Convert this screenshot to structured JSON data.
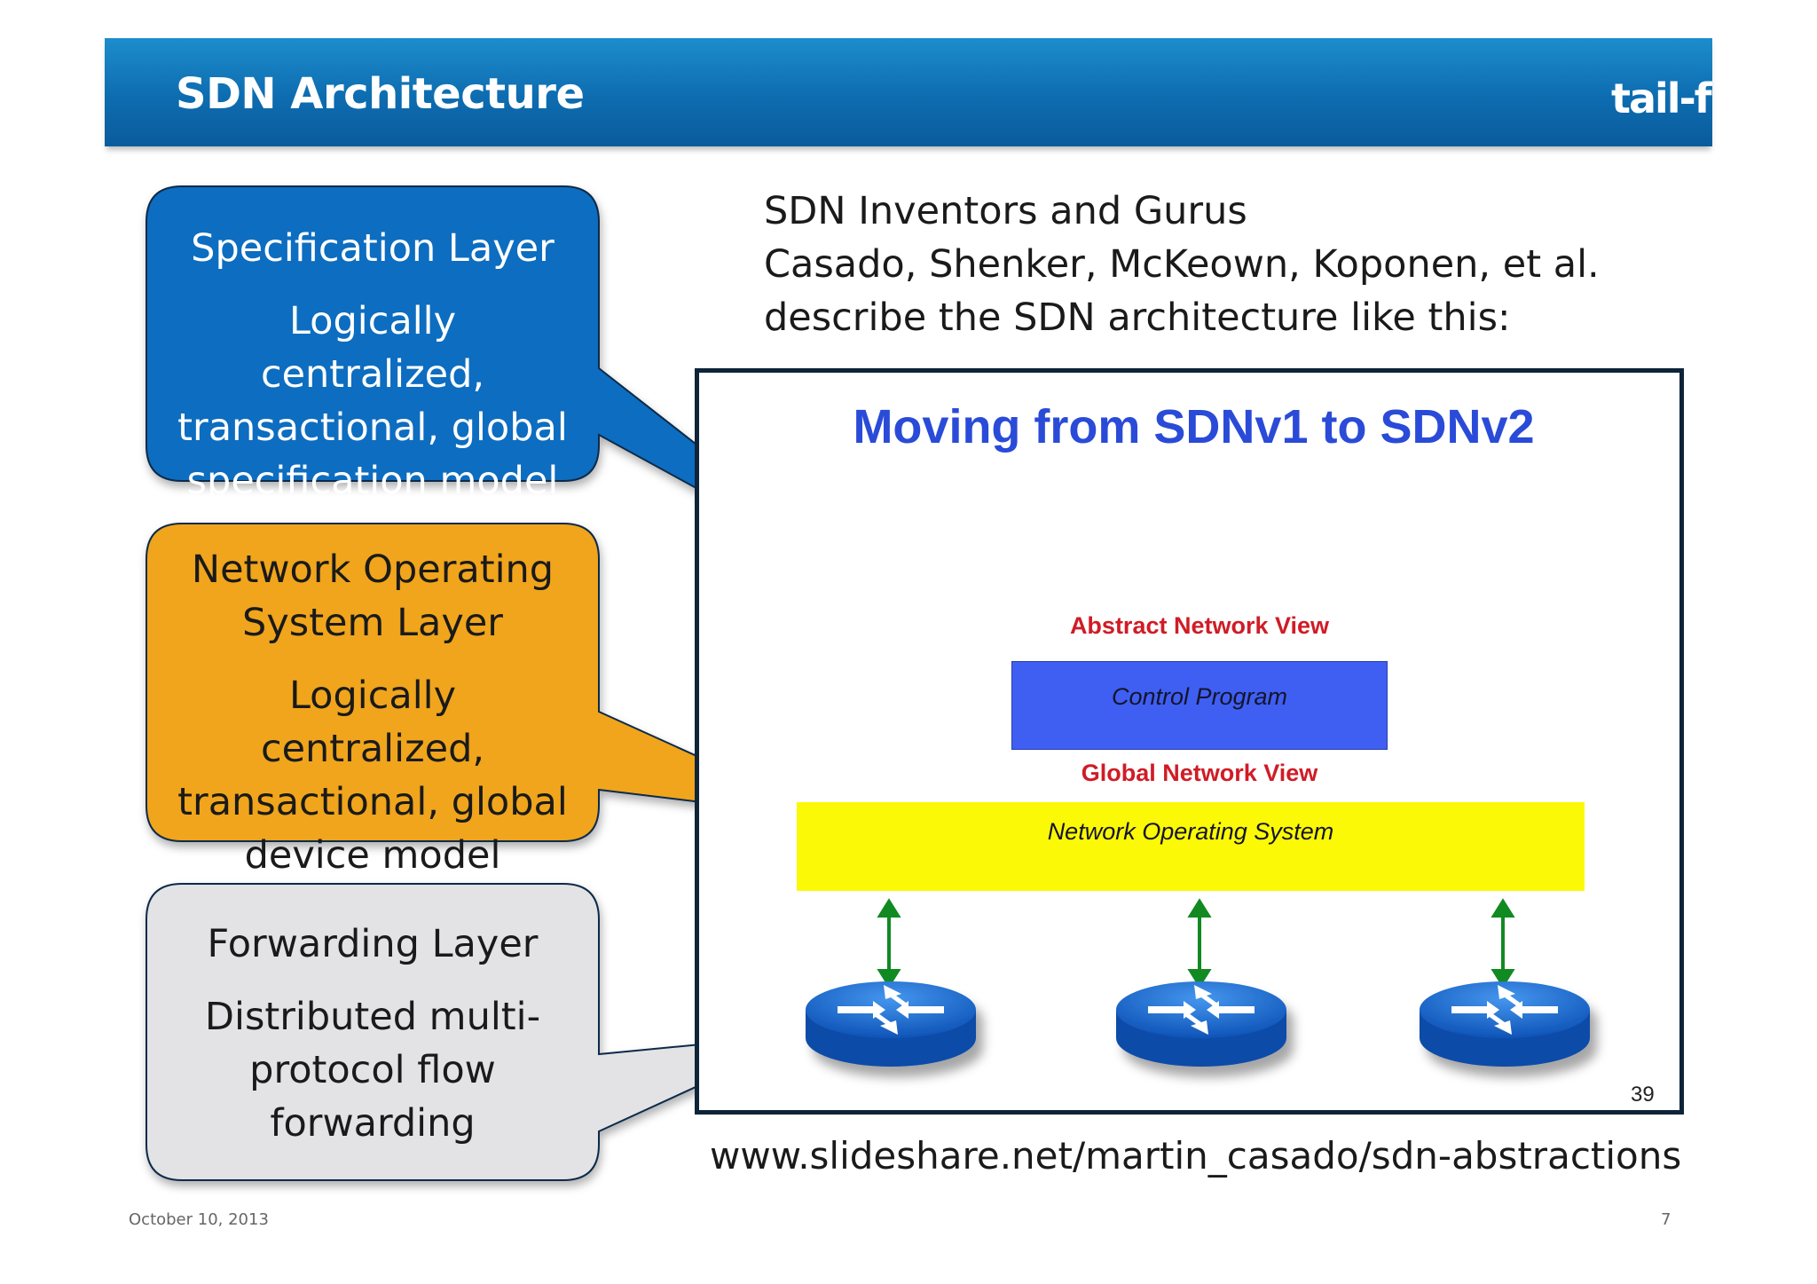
{
  "header": {
    "title": "SDN Architecture",
    "logo_text": "tail-f"
  },
  "callouts": [
    {
      "caption": "Specification Layer",
      "body": "Logically centralized, transactional, global specification model",
      "color": "#0a6dc0"
    },
    {
      "caption": "Network Operating System Layer",
      "body": "Logically centralized, transactional, global device model",
      "color": "#f0a51f"
    },
    {
      "caption": "Forwarding Layer",
      "body": "Distributed multi-protocol flow forwarding",
      "color": "#e3e3e5"
    }
  ],
  "intro": {
    "line1": "SDN Inventors and Gurus",
    "line2": "Casado, Shenker, McKeown, Koponen, et al.",
    "line3": "describe the SDN architecture like this:"
  },
  "embedded_slide": {
    "title": "Moving from SDNv1 to SDNv2",
    "abstract_label": "Abstract Network View",
    "control_label": "Control Program",
    "global_label": "Global Network View",
    "nos_label": "Network Operating System",
    "page_number": "39"
  },
  "source_url": "www.slideshare.net/martin_casado/sdn-abstractions",
  "footer": {
    "date": "October 10, 2013",
    "page": "7"
  }
}
